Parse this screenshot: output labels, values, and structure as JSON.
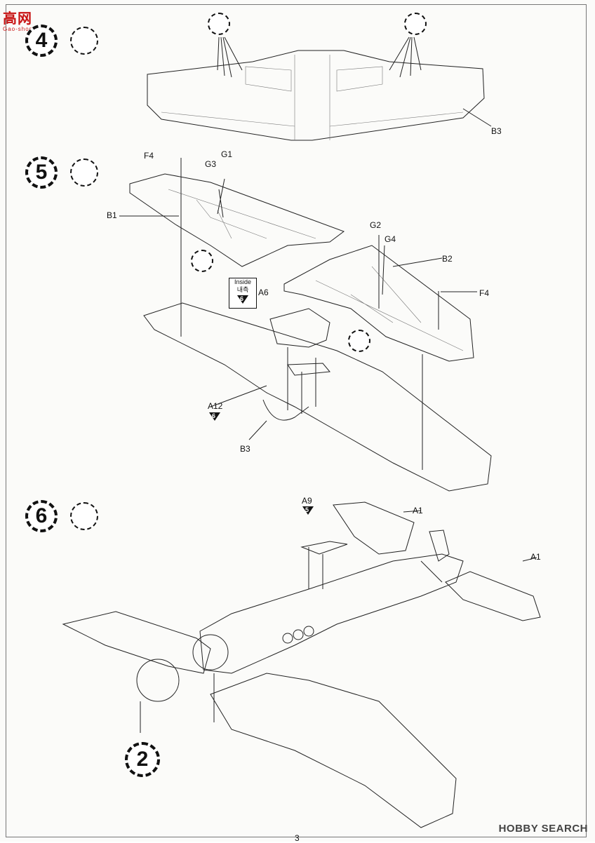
{
  "watermark_top": {
    "text": "高网",
    "url": "Gao-shop.com"
  },
  "watermark_bottom": "HOBBY SEARCH",
  "page_number": "3",
  "steps": [
    {
      "number": "4",
      "labels": [
        "B3"
      ]
    },
    {
      "number": "5",
      "labels": [
        "F4",
        "G1",
        "G3",
        "B1",
        "G2",
        "G4",
        "B2",
        "F4",
        "A6",
        "A12",
        "B3"
      ]
    },
    {
      "number": "6",
      "labels": [
        "A9",
        "A1",
        "A1",
        "2"
      ]
    }
  ],
  "inside_note": {
    "line1": "Inside",
    "line2": "내측",
    "ref": "6"
  },
  "part_callouts": {
    "a12_ref": "6",
    "a9_ref": "5"
  },
  "sub_assembly": "2",
  "icons": [
    "glue-tool-icon",
    "cement-icon"
  ]
}
